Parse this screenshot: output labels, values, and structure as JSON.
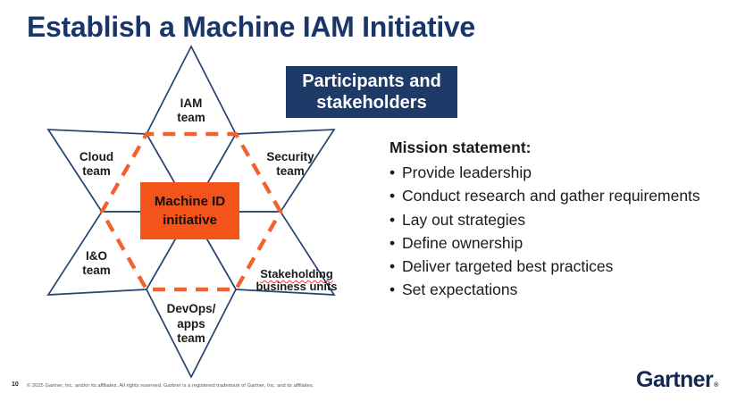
{
  "title": "Establish a Machine IAM Initiative",
  "badge": {
    "line1": "Participants and",
    "line2": "stakeholders"
  },
  "diagram": {
    "center_box": {
      "line1": "Machine ID",
      "line2": "initiative"
    },
    "nodes": {
      "iam": {
        "line1": "IAM",
        "line2": "team"
      },
      "cloud": {
        "line1": "Cloud",
        "line2": "team"
      },
      "security": {
        "line1": "Security",
        "line2": "team"
      },
      "io": {
        "line1": "I&O",
        "line2": "team"
      },
      "stakeholding": {
        "line1": "Stakeholding",
        "line2": "business units"
      },
      "devops": {
        "line1": "DevOps/",
        "line2": "apps",
        "line3": "team"
      }
    }
  },
  "mission": {
    "heading": "Mission statement:",
    "bullet_char": "•",
    "bullets": [
      "Provide leadership",
      "Conduct research and gather requirements",
      "Lay out strategies",
      "Define ownership",
      "Deliver targeted best practices",
      "Set expectations"
    ]
  },
  "footer": {
    "page_number": "10",
    "copyright": "© 2025 Gartner, Inc. and/or its affiliates. All rights reserved. Gartner is a registered trademark of Gartner, Inc. and its affiliates.",
    "logo_text": "Gartner",
    "logo_mark": "®"
  },
  "colors": {
    "title_navy": "#1A3668",
    "navy": "#1E3A68",
    "diamond_stroke": "#27436F",
    "orange": "#F4531A",
    "dash_orange": "#F2622E",
    "logo_navy": "#13294F",
    "footer_gray": "#595959"
  }
}
